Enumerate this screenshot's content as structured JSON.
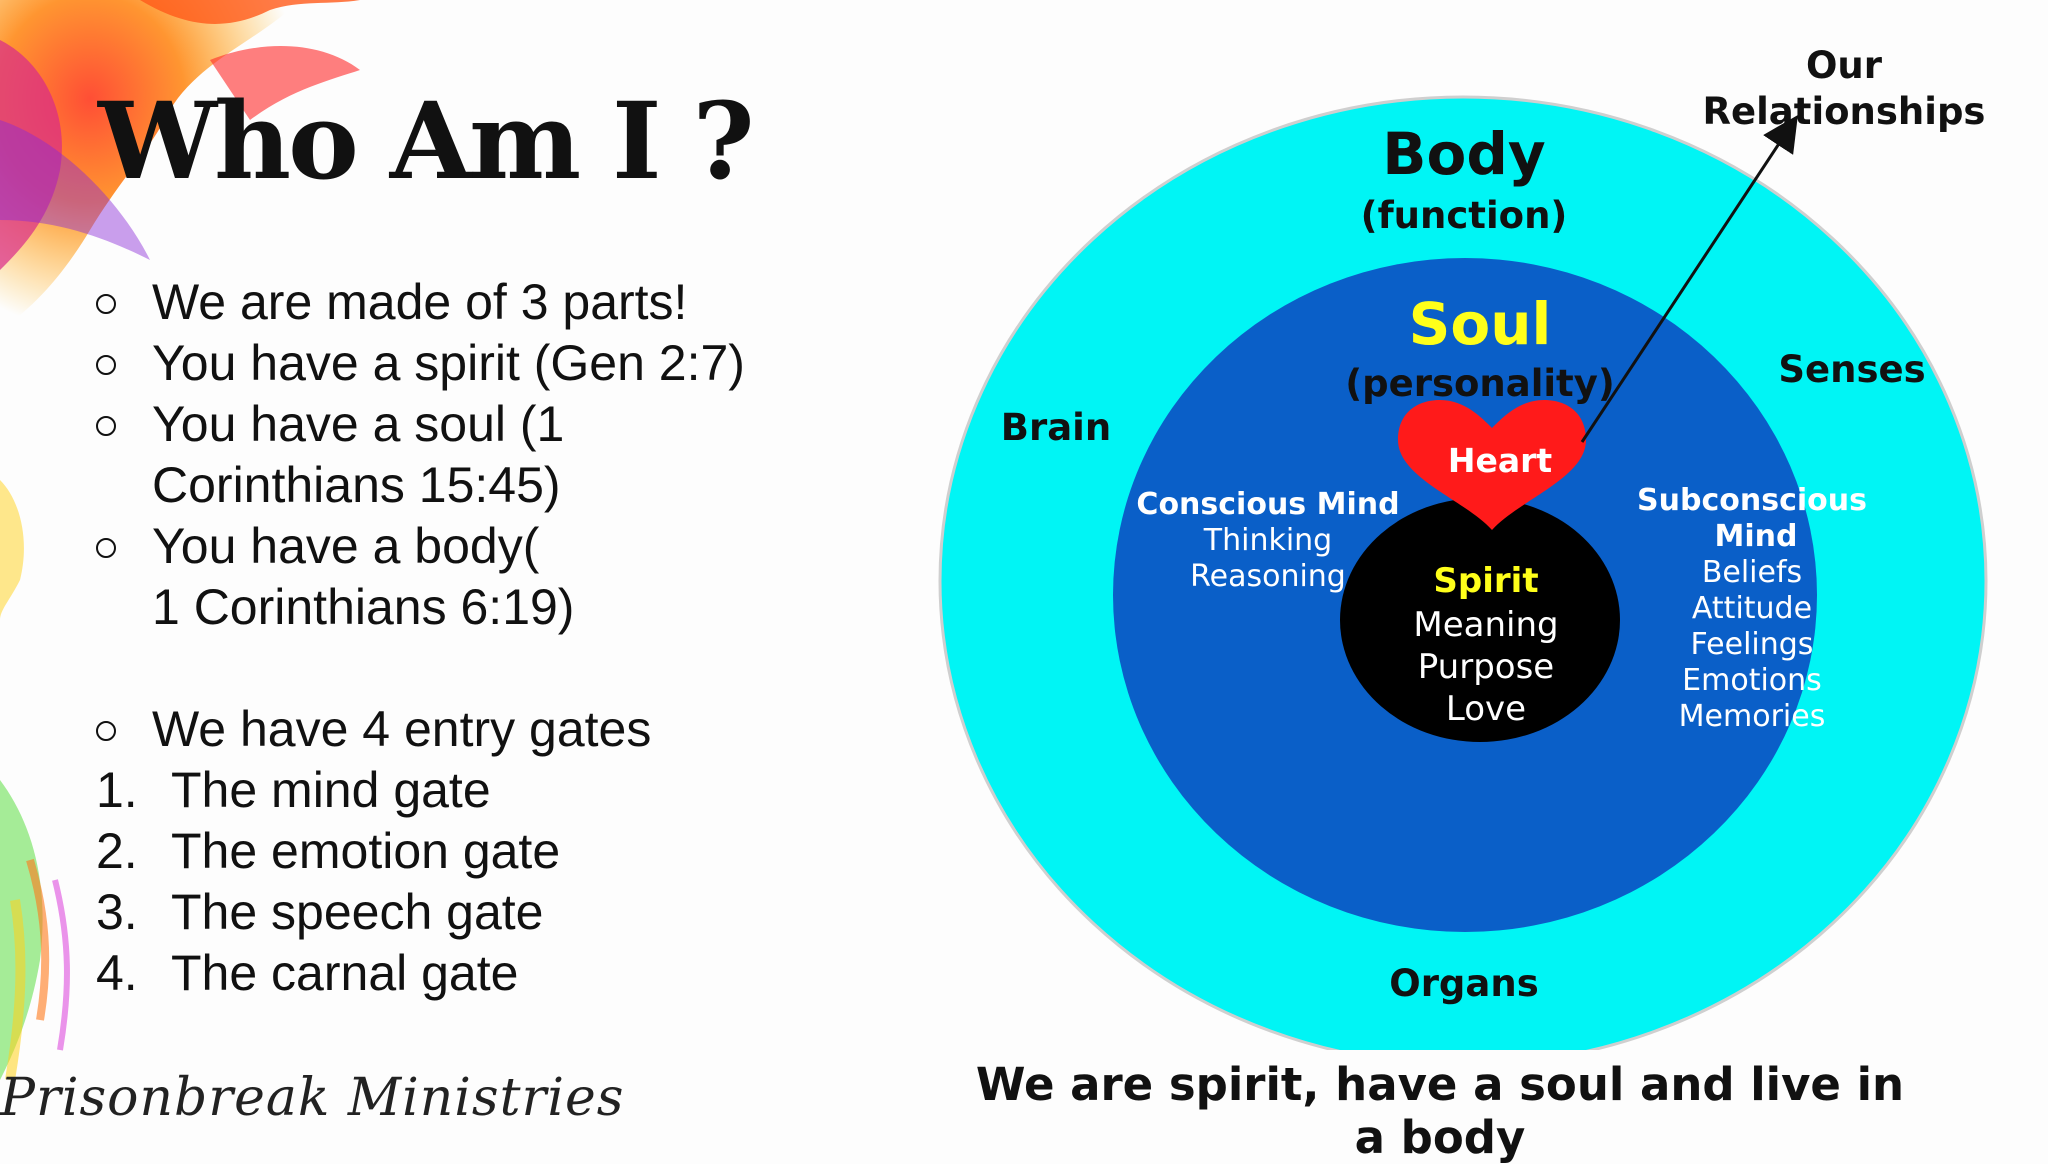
{
  "title": "Who Am I ?",
  "bullets": [
    {
      "lines": [
        "We are made of 3 parts!"
      ]
    },
    {
      "lines": [
        "You have a spirit (Gen 2:7)"
      ]
    },
    {
      "lines": [
        "You have a soul (1",
        "Corinthians 15:45)"
      ]
    },
    {
      "lines": [
        "You have a body(",
        "1 Corinthians 6:19)"
      ]
    }
  ],
  "gates_heading": "We have 4 entry gates",
  "gates": [
    {
      "num": "1.",
      "text": "The mind gate"
    },
    {
      "num": "2.",
      "text": "The emotion gate"
    },
    {
      "num": "3.",
      "text": "The speech gate"
    },
    {
      "num": "4.",
      "text": "The carnal gate"
    }
  ],
  "diagram": {
    "body_title": "Body",
    "body_sub": "(function)",
    "brain": "Brain",
    "senses": "Senses",
    "organs": "Organs",
    "relationships_line1": "Our",
    "relationships_line2": "Relationships",
    "soul_title": "Soul",
    "soul_sub": "(personality)",
    "heart": "Heart",
    "conscious_title": "Conscious Mind",
    "conscious_items": [
      "Thinking",
      "Reasoning"
    ],
    "subconscious_title_1": "Subconscious",
    "subconscious_title_2": "Mind",
    "subconscious_items": [
      "Beliefs",
      "Attitude",
      "Feelings",
      "Emotions",
      "Memories"
    ],
    "spirit_title": "Spirit",
    "spirit_items": [
      "Meaning",
      "Purpose",
      "Love"
    ]
  },
  "footer": "We are spirit, have a soul and live in a body",
  "signature": "Prisonbreak Ministries",
  "colors": {
    "outer": "#00f5f5",
    "middle": "#0a5fc8",
    "inner": "#000000",
    "heart": "#ff1a1a",
    "soul_text": "#ffff1a",
    "dark_text": "#111111"
  }
}
